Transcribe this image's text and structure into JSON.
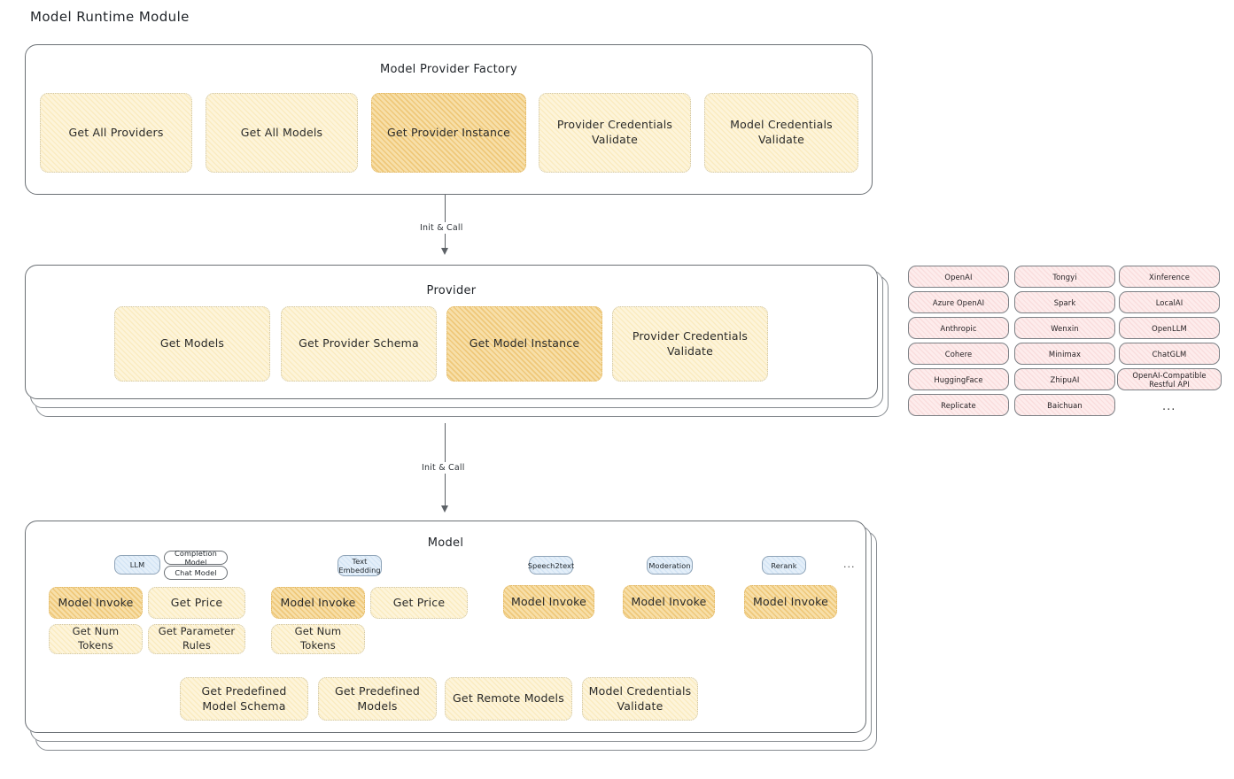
{
  "page": {
    "title": "Model Runtime Module"
  },
  "factory": {
    "title": "Model Provider Factory",
    "items": [
      {
        "label": "Get All Providers",
        "highlight": false
      },
      {
        "label": "Get All Models",
        "highlight": false
      },
      {
        "label": "Get Provider Instance",
        "highlight": true
      },
      {
        "label": "Provider Credentials Validate",
        "highlight": false
      },
      {
        "label": "Model Credentials Validate",
        "highlight": false
      }
    ]
  },
  "arrows": [
    {
      "label": "Init & Call"
    },
    {
      "label": "Init & Call"
    }
  ],
  "provider": {
    "title": "Provider",
    "items": [
      {
        "label": "Get Models",
        "highlight": false
      },
      {
        "label": "Get Provider Schema",
        "highlight": false
      },
      {
        "label": "Get Model Instance",
        "highlight": true
      },
      {
        "label": "Provider Credentials Validate",
        "highlight": false
      }
    ]
  },
  "provider_list": {
    "ellipsis": "...",
    "columns": [
      [
        "OpenAI",
        "Azure OpenAI",
        "Anthropic",
        "Cohere",
        "HuggingFace",
        "Replicate"
      ],
      [
        "Tongyi",
        "Spark",
        "Wenxin",
        "Minimax",
        "ZhipuAI",
        "Baichuan"
      ],
      [
        "Xinference",
        "LocalAI",
        "OpenLLM",
        "ChatGLM",
        "OpenAI-Compatible Restful API"
      ]
    ]
  },
  "model": {
    "title": "Model",
    "ellipsis": "...",
    "types": [
      {
        "chip": "LLM",
        "sub_chips": [
          "Completion Model",
          "Chat Model"
        ],
        "methods": [
          {
            "label": "Model Invoke",
            "highlight": true
          },
          {
            "label": "Get Price",
            "highlight": false
          },
          {
            "label": "Get Num Tokens",
            "highlight": false
          },
          {
            "label": "Get Parameter Rules",
            "highlight": false
          }
        ]
      },
      {
        "chip": "Text Embedding",
        "sub_chips": [],
        "methods": [
          {
            "label": "Model Invoke",
            "highlight": true
          },
          {
            "label": "Get Price",
            "highlight": false
          },
          {
            "label": "Get Num Tokens",
            "highlight": false
          }
        ]
      },
      {
        "chip": "Speech2text",
        "sub_chips": [],
        "methods": [
          {
            "label": "Model Invoke",
            "highlight": true
          }
        ]
      },
      {
        "chip": "Moderation",
        "sub_chips": [],
        "methods": [
          {
            "label": "Model Invoke",
            "highlight": true
          }
        ]
      },
      {
        "chip": "Rerank",
        "sub_chips": [],
        "methods": [
          {
            "label": "Model Invoke",
            "highlight": true
          }
        ]
      }
    ],
    "shared_methods": [
      {
        "label": "Get Predefined Model Schema"
      },
      {
        "label": "Get Predefined Models"
      },
      {
        "label": "Get Remote Models"
      },
      {
        "label": "Model Credentials Validate"
      }
    ]
  },
  "colors": {
    "leaf_fill": "#fdf4da",
    "leaf_highlight_fill": "#f7dfa9",
    "chip_fill": "#e4eff9",
    "pill_fill": "#fdecec",
    "stroke": "#6b7075"
  }
}
